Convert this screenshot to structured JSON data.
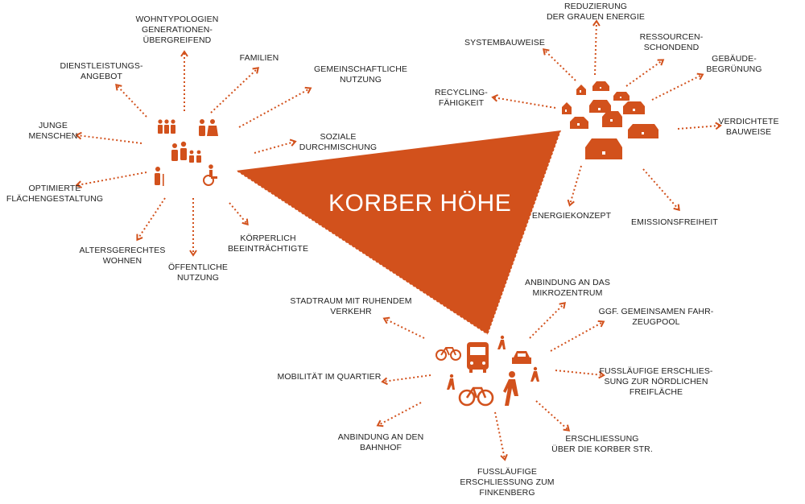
{
  "title": "KORBER HÖHE",
  "colors": {
    "accent": "#d2511c",
    "text": "#222222",
    "background": "#ffffff"
  },
  "groups": {
    "social": {
      "icon": "people-icon-group",
      "labels": {
        "wohntypologien": "WOHNTYPOLOGIEN\nGENERATIONEN-\nÜBERGREIFEND",
        "familien": "FAMILIEN",
        "gemeinschaftliche": "GEMEINSCHAFTLICHE\nNUTZUNG",
        "dienstleistungs": "DIENSTLEISTUNGS-\nANGEBOT",
        "junge": "JUNGE\nMENSCHEN",
        "soziale": "SOZIALE\nDURCHMISCHUNG",
        "optimierte": "OPTIMIERTE\nFLÄCHENGESTALTUNG",
        "alters": "ALTERSGERECHTES\nWOHNEN",
        "oeffentliche": "ÖFFENTLICHE\nNUTZUNG",
        "koerperlich": "KÖRPERLICH\nBEEINTRÄCHTIGTE"
      }
    },
    "building": {
      "icon": "houses-icon-group",
      "labels": {
        "reduzierung": "REDUZIERUNG\nDER GRAUEN ENERGIE",
        "systembauweise": "SYSTEMBAUWEISE",
        "ressourcen": "RESSOURCEN-\nSCHONDEND",
        "gebaeude": "GEBÄUDE-\nBEGRÜNUNG",
        "recycling": "RECYCLING-\nFÄHIGKEIT",
        "verdichtete": "VERDICHTETE\nBAUWEISE",
        "energie": "ENERGIEKONZEPT",
        "emission": "EMISSIONSFREIHEIT"
      }
    },
    "mobility": {
      "icon": "mobility-icon-group",
      "labels": {
        "anbindung_mikro": "ANBINDUNG AN DAS\nMIKROZENTRUM",
        "stadtraum": "STADTRAUM MIT RUHENDEM\nVERKEHR",
        "fahrzeugpool": "GGF. GEMEINSAMEN FAHR-\nZEUGPOOL",
        "mobilitaet": "MOBILITÄT IM QUARTIER",
        "fussl_nord": "FUSSLÄUFIGE ERSCHLIES-\nSUNG ZUR NÖRDLICHEN\nFREIFLÄCHE",
        "bahnhof": "ANBINDUNG AN DEN\nBAHNHOF",
        "korber_str": "ERSCHLIESSUNG\nÜBER DIE KORBER STR.",
        "finkenberg": "FUSSLÄUFIGE\nERSCHLIESSUNG ZUM\nFINKENBERG"
      }
    }
  }
}
